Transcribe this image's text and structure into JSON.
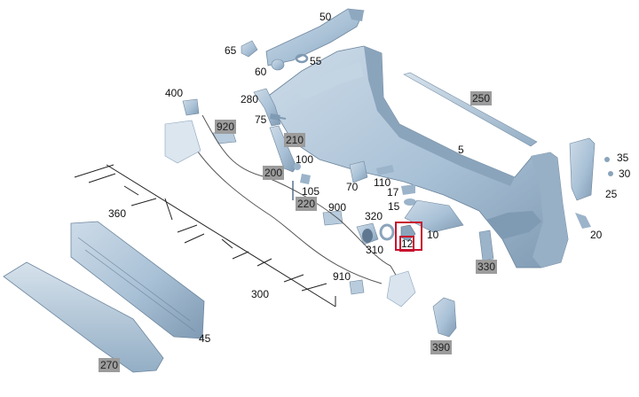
{
  "colors": {
    "part_fill": "#a9c1d6",
    "part_dark": "#7f9ab3",
    "part_light": "#cddbe8",
    "label_box": "#9c9c9c",
    "selection": "#c8102e",
    "wire": "#555555"
  },
  "selected_part": "12",
  "labels": [
    {
      "id": "l50",
      "text": "50",
      "boxed": false
    },
    {
      "id": "l65",
      "text": "65",
      "boxed": false
    },
    {
      "id": "l55",
      "text": "55",
      "boxed": false
    },
    {
      "id": "l60",
      "text": "60",
      "boxed": false
    },
    {
      "id": "l400",
      "text": "400",
      "boxed": false
    },
    {
      "id": "l280",
      "text": "280",
      "boxed": false
    },
    {
      "id": "l250",
      "text": "250",
      "boxed": true
    },
    {
      "id": "l75",
      "text": "75",
      "boxed": false
    },
    {
      "id": "l920",
      "text": "920",
      "boxed": true
    },
    {
      "id": "l210",
      "text": "210",
      "boxed": true
    },
    {
      "id": "l5",
      "text": "5",
      "boxed": false
    },
    {
      "id": "l100",
      "text": "100",
      "boxed": false
    },
    {
      "id": "l200",
      "text": "200",
      "boxed": true
    },
    {
      "id": "l35",
      "text": "35",
      "boxed": false
    },
    {
      "id": "l30",
      "text": "30",
      "boxed": false
    },
    {
      "id": "l105",
      "text": "105",
      "boxed": false
    },
    {
      "id": "l70",
      "text": "70",
      "boxed": false
    },
    {
      "id": "l110",
      "text": "110",
      "boxed": false
    },
    {
      "id": "l17",
      "text": "17",
      "boxed": false
    },
    {
      "id": "l25",
      "text": "25",
      "boxed": false
    },
    {
      "id": "l220",
      "text": "220",
      "boxed": true
    },
    {
      "id": "l15",
      "text": "15",
      "boxed": false
    },
    {
      "id": "l900",
      "text": "900",
      "boxed": false
    },
    {
      "id": "l360",
      "text": "360",
      "boxed": false
    },
    {
      "id": "l320",
      "text": "320",
      "boxed": false
    },
    {
      "id": "l10",
      "text": "10",
      "boxed": false
    },
    {
      "id": "l20",
      "text": "20",
      "boxed": false
    },
    {
      "id": "l12",
      "text": "12",
      "boxed": false,
      "selected": true
    },
    {
      "id": "l310",
      "text": "310",
      "boxed": false
    },
    {
      "id": "l330",
      "text": "330",
      "boxed": true
    },
    {
      "id": "l910",
      "text": "910",
      "boxed": false
    },
    {
      "id": "l300",
      "text": "300",
      "boxed": false
    },
    {
      "id": "l45",
      "text": "45",
      "boxed": false
    },
    {
      "id": "l390",
      "text": "390",
      "boxed": true
    },
    {
      "id": "l270",
      "text": "270",
      "boxed": true
    }
  ]
}
